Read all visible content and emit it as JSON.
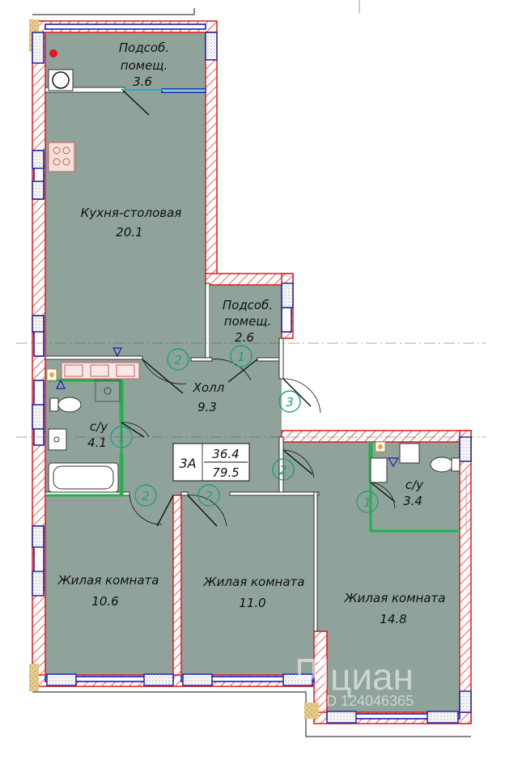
{
  "rooms": {
    "utility_top": {
      "name_1": "Подсоб.",
      "name_2": "помещ.",
      "area": "3.6"
    },
    "kitchen": {
      "name": "Кухня-столовая",
      "area": "20.1"
    },
    "utility_mid": {
      "name_1": "Подсоб.",
      "name_2": "помещ.",
      "area": "2.6"
    },
    "hall": {
      "name": "Холл",
      "area": "9.3"
    },
    "bath_left": {
      "name": "с/у",
      "area": "4.1"
    },
    "bath_right": {
      "name": "с/у",
      "area": "3.4"
    },
    "living_1": {
      "name": "Жилая комната",
      "area": "10.6"
    },
    "living_2": {
      "name": "Жилая комната",
      "area": "11.0"
    },
    "living_3": {
      "name": "Жилая комната",
      "area": "14.8"
    }
  },
  "apartment": {
    "type": "3А",
    "living_area": "36.4",
    "total_area": "79.5"
  },
  "door_markers": {
    "d_kitchen": "2",
    "d_util": "1",
    "d_entry": "3",
    "d_bath_left": "1",
    "d_room1": "2",
    "d_room2": "2",
    "d_room3": "2",
    "d_bath_right": "1"
  },
  "watermark": {
    "brand": "циан",
    "id": "ID 124046365"
  },
  "colors": {
    "room_fill": "#8fa39a",
    "wall": "#e0181b",
    "window": "#1a1aa8",
    "bath_wall": "#22b14c",
    "marker": "#1fa07a"
  }
}
